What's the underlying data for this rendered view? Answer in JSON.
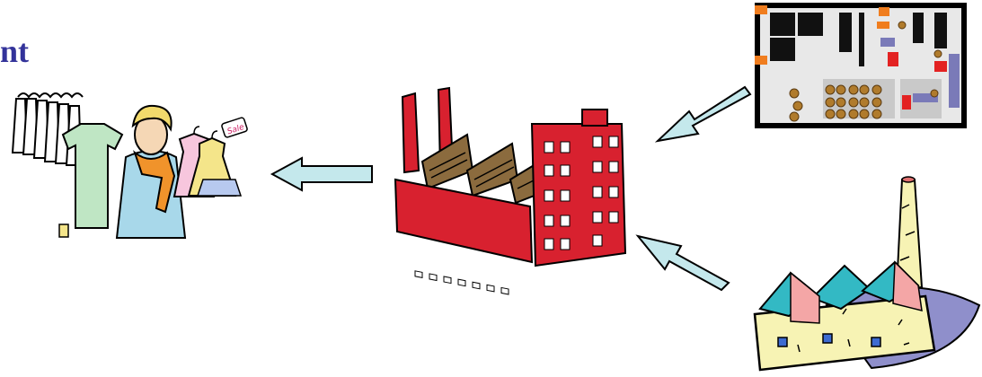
{
  "slide": {
    "title_fragment": "nt",
    "colors": {
      "title": "#33339a",
      "arrow_fill": "#c4e8ec",
      "arrow_stroke": "#000000",
      "factory_red": "#d8212f",
      "roof_teal": "#33b9c4",
      "wall_cream": "#f7f3b4",
      "shop_blue": "#7a7ab8"
    },
    "scene_elements": [
      "retail-store-clipart",
      "garment-factory-clipart",
      "factory-floor-plan-clipart",
      "textile-mill-clipart"
    ],
    "flow_arrows": [
      "arrow-plan-to-factory",
      "arrow-mill-to-factory",
      "arrow-factory-to-store"
    ],
    "store_sign_text": "Sale"
  }
}
